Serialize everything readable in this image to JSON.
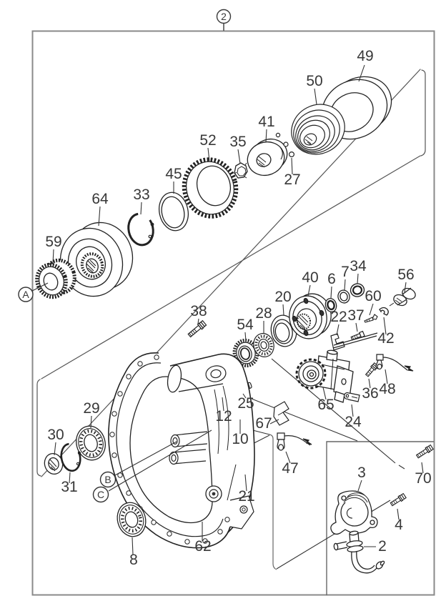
{
  "diagram": {
    "kind": "exploded-parts-diagram",
    "assembly_callout": "2",
    "section_markers": {
      "A": "A",
      "B": "B",
      "C": "C"
    },
    "parts": {
      "p2": "2",
      "p3": "3",
      "p4": "4",
      "p6": "6",
      "p7": "7",
      "p8": "8",
      "p10": "10",
      "p12": "12",
      "p20": "20",
      "p21": "21",
      "p22": "22",
      "p24": "24",
      "p25": "25",
      "p27": "27",
      "p28": "28",
      "p29": "29",
      "p30": "30",
      "p31": "31",
      "p33": "33",
      "p34": "34",
      "p35": "35",
      "p36": "36",
      "p37": "37",
      "p38": "38",
      "p40": "40",
      "p41": "41",
      "p42": "42",
      "p45": "45",
      "p47": "47",
      "p48": "48",
      "p49": "49",
      "p50": "50",
      "p52": "52",
      "p54": "54",
      "p56": "56",
      "p59": "59",
      "p60": "60",
      "p62": "62",
      "p64": "64",
      "p65": "65",
      "p67": "67",
      "p70": "70"
    },
    "colors": {
      "line": "#222222",
      "border": "#8a8a8a",
      "boundary": "#555555",
      "label": "#383838",
      "background": "#ffffff"
    }
  }
}
